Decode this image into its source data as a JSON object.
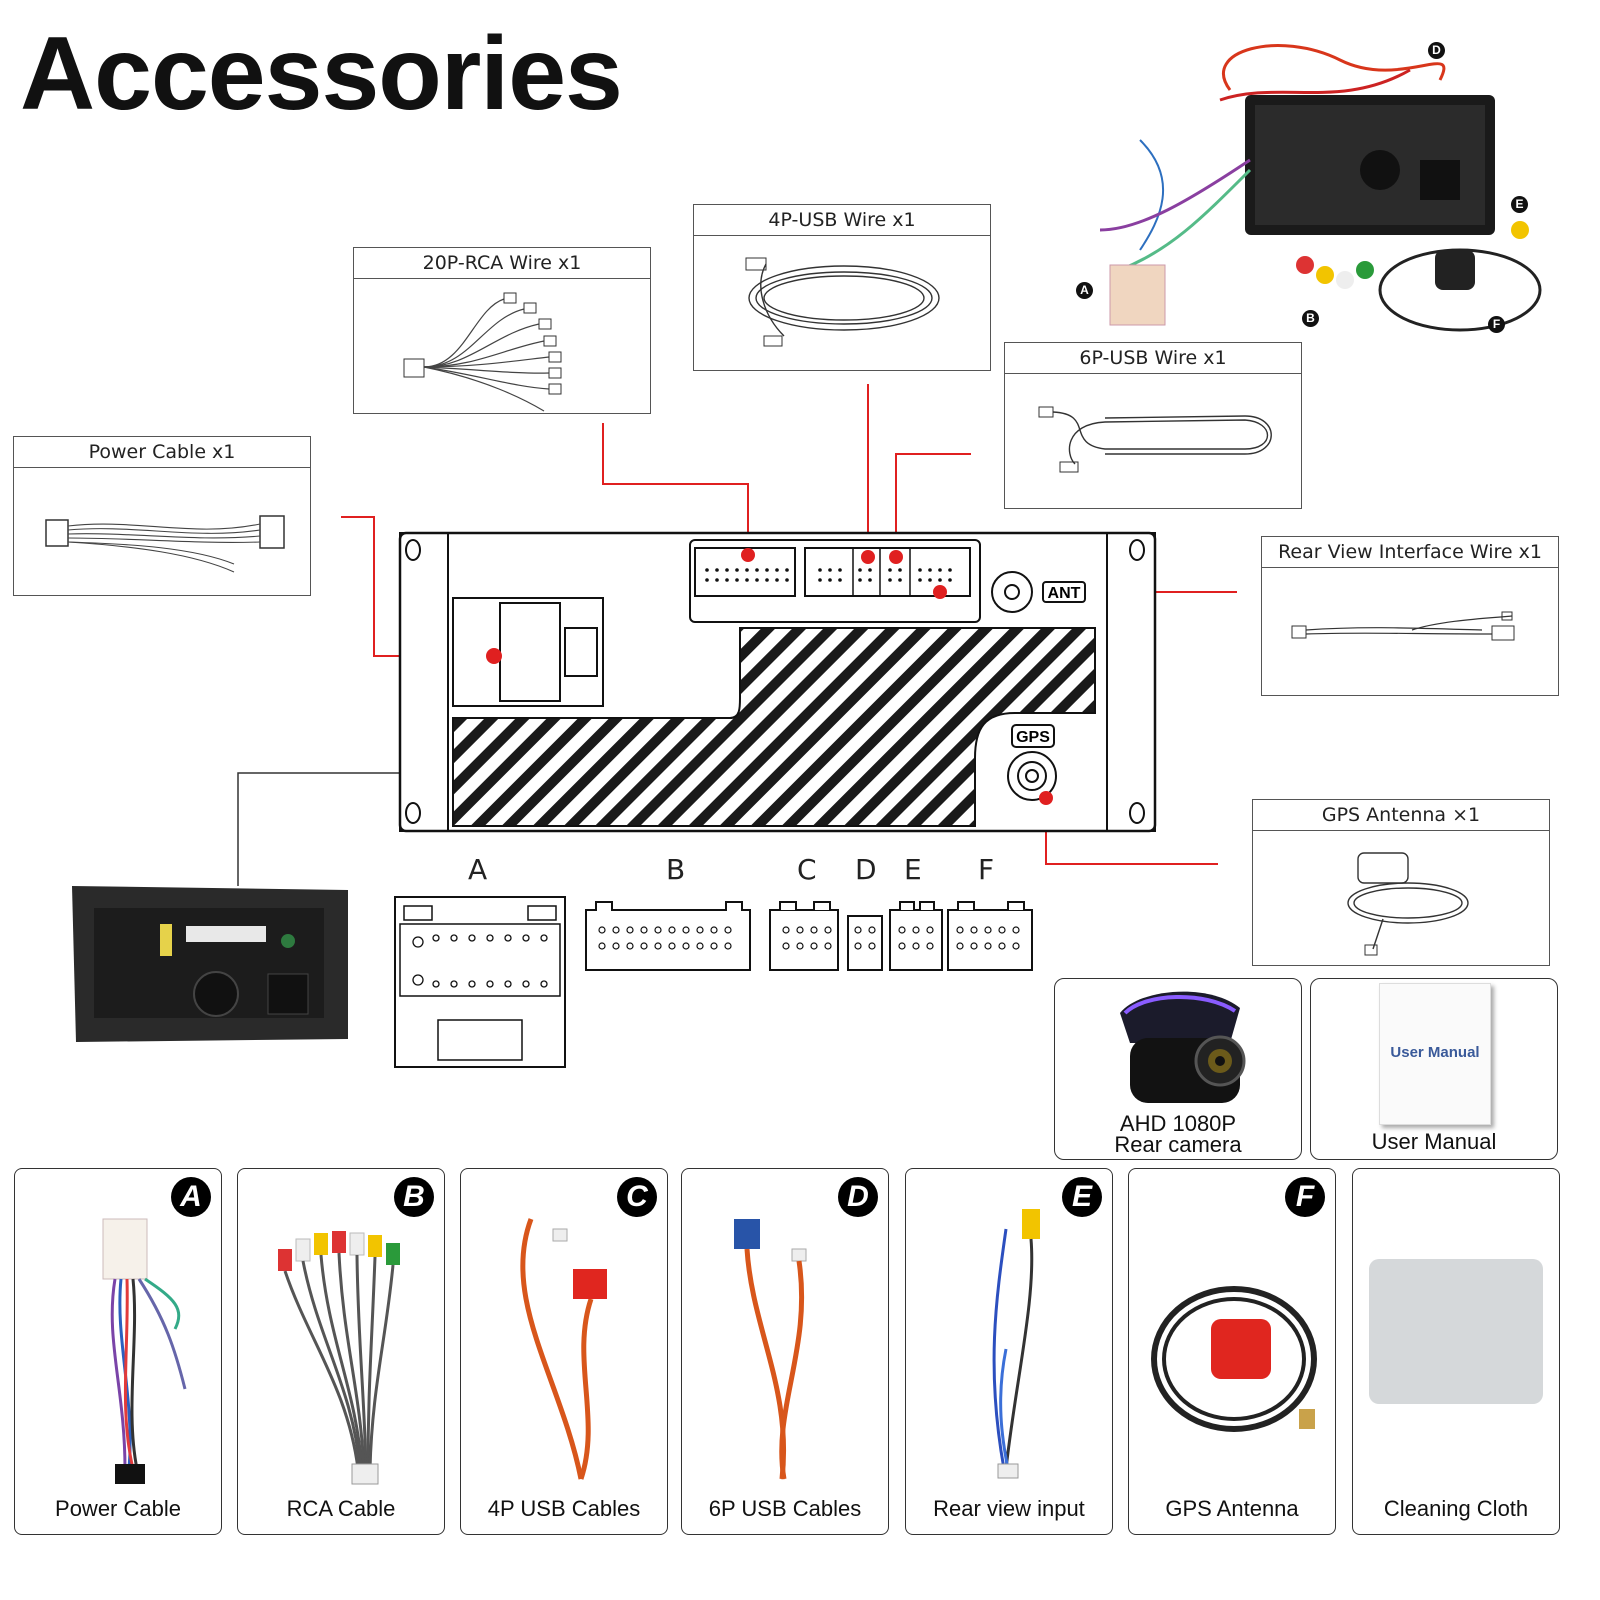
{
  "title": "Accessories",
  "wire_boxes": {
    "rca": "20P-RCA Wire x1",
    "usb4": "4P-USB Wire x1",
    "usb6": "6P-USB Wire x1",
    "power": "Power Cable x1",
    "rear": "Rear View Interface Wire x1",
    "gps": "GPS Antenna ×1"
  },
  "unit_labels": {
    "ant": "ANT",
    "gps": "GPS"
  },
  "connector_letters": [
    "A",
    "B",
    "C",
    "D",
    "E",
    "F"
  ],
  "photo_letters": [
    "D",
    "E",
    "A",
    "B",
    "F"
  ],
  "extras": {
    "camera_line1": "AHD 1080P",
    "camera_line2": "Rear camera",
    "manual_cover": "User Manual",
    "manual_caption": "User Manual"
  },
  "cards": [
    {
      "badge": "A",
      "label": "Power Cable"
    },
    {
      "badge": "B",
      "label": "RCA Cable"
    },
    {
      "badge": "C",
      "label": "4P USB Cables"
    },
    {
      "badge": "D",
      "label": "6P USB Cables"
    },
    {
      "badge": "E",
      "label": "Rear view input"
    },
    {
      "badge": "F",
      "label": "GPS Antenna"
    },
    {
      "badge": "",
      "label": "Cleaning Cloth"
    }
  ],
  "colors": {
    "callout": "#e02020",
    "outline": "#111111"
  }
}
